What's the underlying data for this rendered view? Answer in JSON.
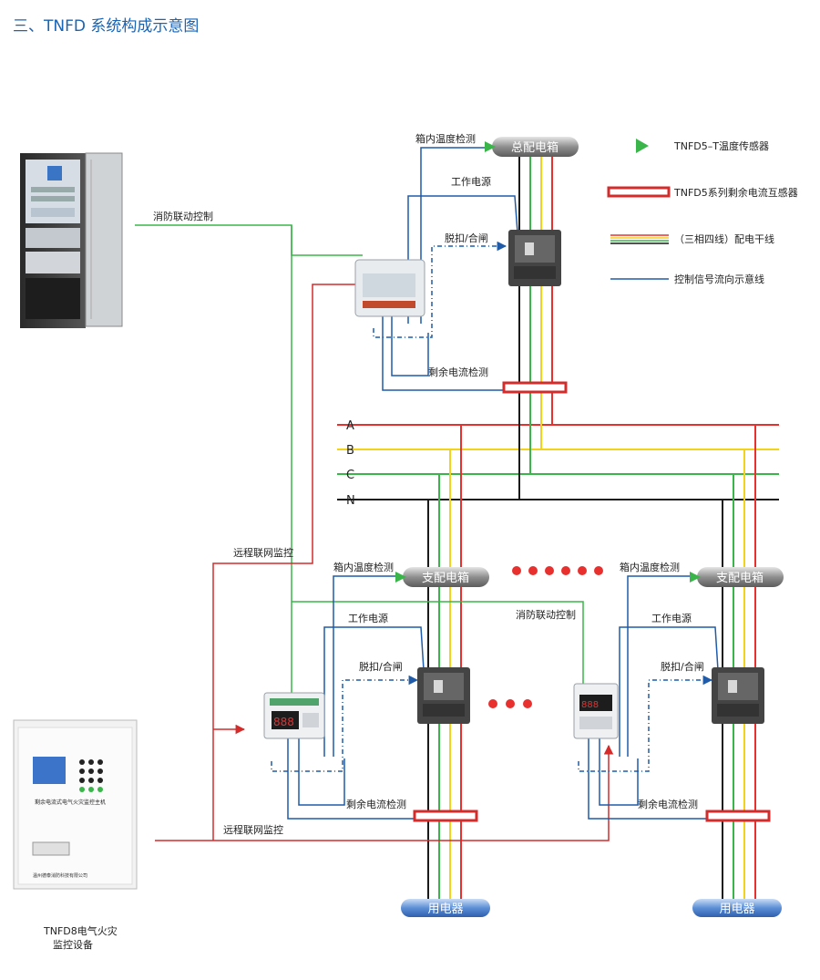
{
  "title": "三、TNFD 系统构成示意图",
  "legend": {
    "sensor": "TNFD5–T温度传感器",
    "ct": "TNFD5系列剩余电流互感器",
    "wires": "（三相四线）配电干线",
    "signal": "控制信号流向示意线"
  },
  "labels": {
    "box_main": "总配电箱",
    "box_sub1": "支配电箱",
    "box_sub2": "支配电箱",
    "load1": "用电器",
    "load2": "用电器",
    "fire_link_top": "消防联动控制",
    "fire_link_mid": "消防联动控制",
    "temp_top": "箱内温度检测",
    "temp_sub1": "箱内温度检测",
    "temp_sub2": "箱内温度检测",
    "power_top": "工作电源",
    "power_sub1": "工作电源",
    "power_sub2": "工作电源",
    "trip_top": "脱扣/合闸",
    "trip_sub1": "脱扣/合闸",
    "trip_sub2": "脱扣/合闸",
    "residual_top": "剩余电流检测",
    "residual_sub1": "剩余电流检测",
    "residual_sub2": "剩余电流检测",
    "remote_top": "远程联网监控",
    "remote_bottom": "远程联网监控",
    "host_caption_line1": "TNFD8电气火灾",
    "host_caption_line2": "监控设备",
    "host_panel_title": "剩余电流式电气火灾监控主机",
    "host_panel_company": "温州德泰消防科技有限公司"
  },
  "bus": [
    "A",
    "B",
    "C",
    "N"
  ],
  "colors": {
    "A": "#e8302f",
    "B": "#f2d21b",
    "C": "#3ab54a",
    "N": "#1a1a1a",
    "signal": "#1f5ba8",
    "fire": "#3ab54a",
    "remote": "#d42b2b",
    "title": "#1a64b4"
  }
}
